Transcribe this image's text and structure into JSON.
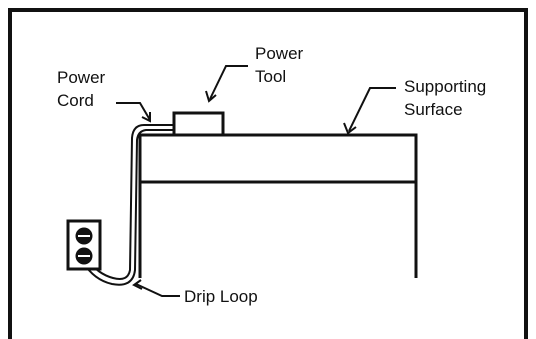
{
  "labels": {
    "power_cord_line1": "Power",
    "power_cord_line2": "Cord",
    "power_tool_line1": "Power",
    "power_tool_line2": "Tool",
    "supporting_surface_line1": "Supporting",
    "supporting_surface_line2": "Surface",
    "drip_loop": "Drip Loop"
  },
  "colors": {
    "ink": "#111111",
    "background": "#ffffff"
  },
  "icons": {
    "outlet": "electrical-outlet-icon",
    "tool": "power-tool-icon"
  }
}
